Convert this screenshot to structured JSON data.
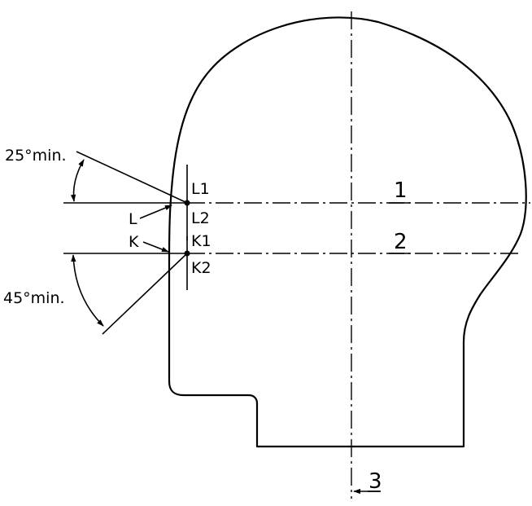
{
  "labels": {
    "angle_upper": "25°min.",
    "angle_lower": "45°min.",
    "point_L": "L",
    "point_K": "K",
    "L1": "L1",
    "L2": "L2",
    "K1": "K1",
    "K2": "K2",
    "ref1": "1",
    "ref2": "2",
    "ref3": "3"
  }
}
